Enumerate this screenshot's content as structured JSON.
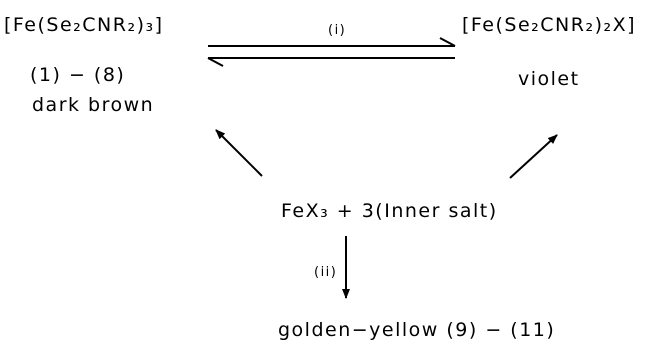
{
  "left": {
    "formula": "[Fe(Se₂CNR₂)₃]",
    "numbers": "(1) − (8)",
    "color": "dark brown"
  },
  "right": {
    "formula": "[Fe(Se₂CNR₂)₂X]",
    "color": "violet"
  },
  "top_arrow_label": "(i)",
  "center": {
    "reactants": "FeX₃ + 3(Inner salt)"
  },
  "down_arrow_label": "(ii)",
  "bottom": {
    "product": "golden−yellow (9) − (11)"
  }
}
